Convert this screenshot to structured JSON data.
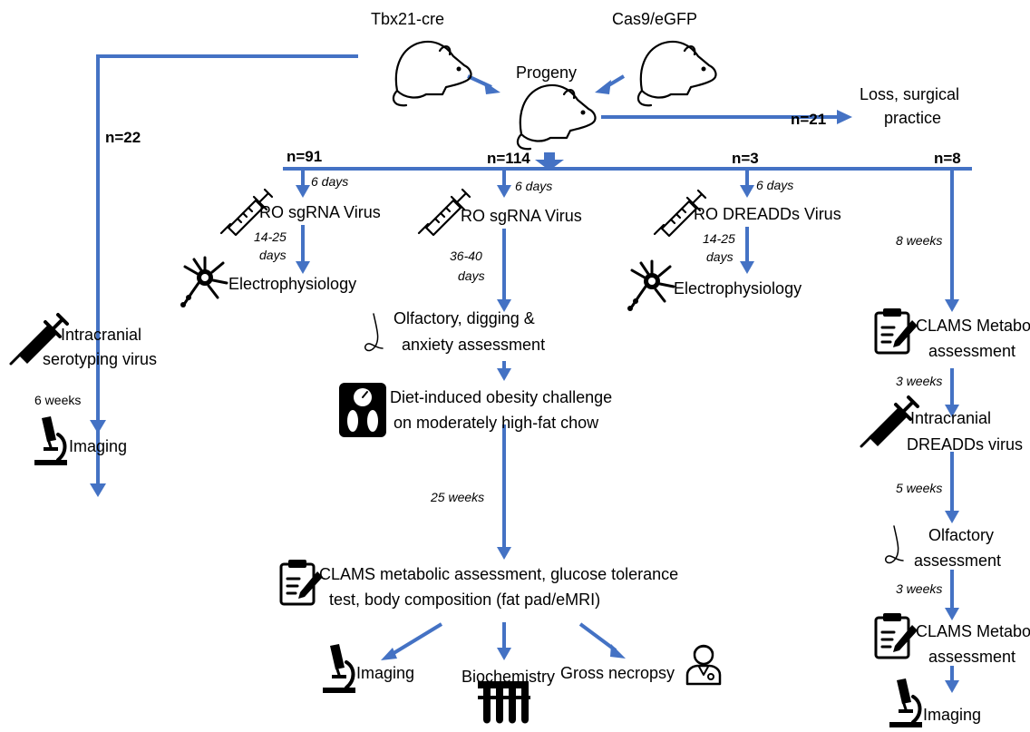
{
  "colors": {
    "arrow": "#4472C4",
    "text": "#000000",
    "icon": "#000000"
  },
  "parents": [
    {
      "label": "Tbx21-cre",
      "icon": "mouse-icon"
    },
    {
      "label": "Cas9/eGFP",
      "icon": "mouse-icon"
    }
  ],
  "progeny": {
    "label": "Progeny",
    "icon": "mouse-icon"
  },
  "loss": {
    "n": "n=21",
    "line1": "Loss, surgical",
    "line2": "practice"
  },
  "branch_serotyping": {
    "n": "n=22",
    "step1_line1": "Intracranial",
    "step1_line2": "serotyping virus",
    "interval": "6 weeks",
    "step2": "Imaging"
  },
  "branch_ephys_sg": {
    "n": "n=91",
    "interval1": "6 days",
    "virus": "RO sgRNA Virus",
    "interval2_line1": "14-25",
    "interval2_line2": "days",
    "outcome": "Electrophysiology"
  },
  "branch_main": {
    "n": "n=114",
    "interval1": "6 days",
    "virus": "RO sgRNA Virus",
    "interval2_line1": "36-40",
    "interval2_line2": "days",
    "behav_line1": "Olfactory, digging &",
    "behav_line2": "anxiety assessment",
    "diet_line1": "Diet-induced obesity challenge",
    "diet_line2": "on moderately high-fat chow",
    "interval3": "25 weeks",
    "clams_line1": "CLAMS metabolic assessment, glucose tolerance",
    "clams_line2": "test, body composition (fat pad/eMRI)",
    "end_imaging": "Imaging",
    "end_biochem": "Biochemistry",
    "end_necropsy": "Gross necropsy"
  },
  "branch_ephys_dreadd": {
    "n": "n=3",
    "interval1": "6 days",
    "virus": "RO DREADDs Virus",
    "interval2_line1": "14-25",
    "interval2_line2": "days",
    "outcome": "Electrophysiology"
  },
  "branch_dreadd": {
    "n": "n=8",
    "interval1": "8 weeks",
    "clams1_line1": "CLAMS Metabolic",
    "clams1_line2": "assessment",
    "interval2": "3 weeks",
    "virus_line1": "Intracranial",
    "virus_line2": "DREADDs virus",
    "interval3": "5 weeks",
    "olf_line1": "Olfactory",
    "olf_line2": "assessment",
    "interval4": "3 weeks",
    "clams2_line1": "CLAMS Metabolic",
    "clams2_line2": "assessment",
    "end": "Imaging"
  }
}
